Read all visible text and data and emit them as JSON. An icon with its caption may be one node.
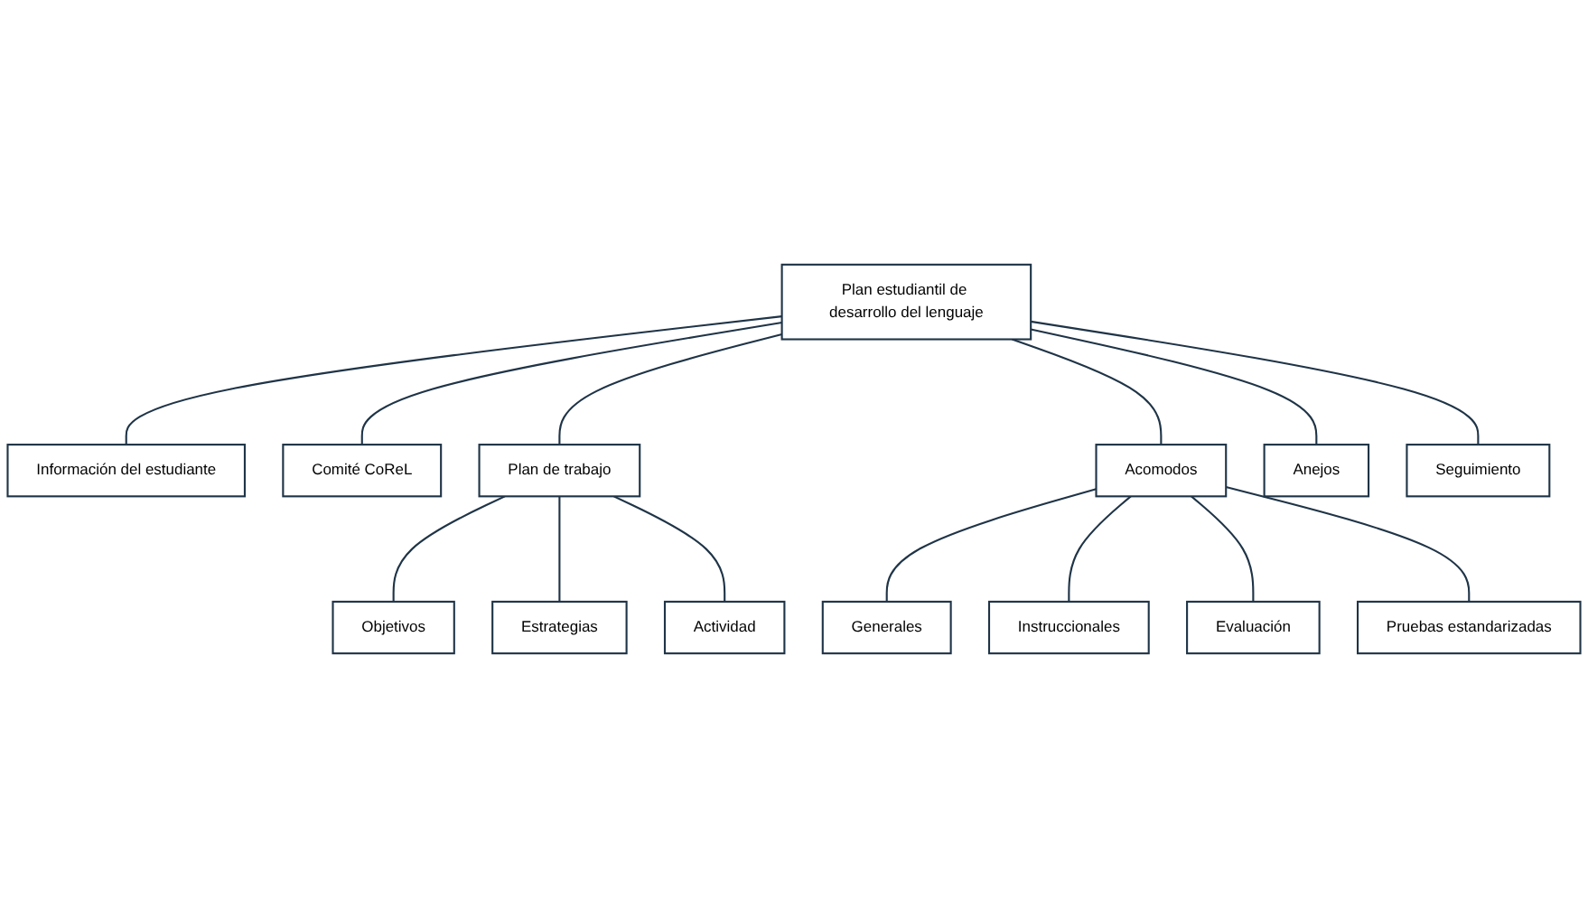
{
  "diagram": {
    "nodes": [
      {
        "text": [
          "Plan estudiantil de desarrollo del lenguaje"
        ]
      },
      {
        "text": [
          "Información del estudiante"
        ]
      },
      {
        "text": [
          "Comité CoReL"
        ]
      },
      {
        "text": [
          "Plan de trabajo"
        ]
      },
      {
        "text": [
          "Acomodos"
        ]
      },
      {
        "text": [
          "Anejos"
        ]
      },
      {
        "text": [
          "Seguimiento"
        ]
      },
      {
        "text": [
          "Objetivos"
        ]
      },
      {
        "text": [
          "Estrategias"
        ]
      },
      {
        "text": [
          "Actividad"
        ]
      },
      {
        "text": [
          "Generales"
        ]
      },
      {
        "text": [
          "Instruccionales"
        ]
      },
      {
        "text": [
          "Evaluación"
        ]
      },
      {
        "text": [
          "Pruebas estandarizadas"
        ]
      }
    ],
    "edges": [
      {
        "from": 0,
        "to": 1,
        "arrow": "none"
      },
      {
        "from": 0,
        "to": 2,
        "arrow": "none"
      },
      {
        "from": 0,
        "to": 3,
        "arrow": "none"
      },
      {
        "from": 0,
        "to": 4,
        "arrow": "none"
      },
      {
        "from": 0,
        "to": 5,
        "arrow": "none"
      },
      {
        "from": 0,
        "to": 6,
        "arrow": "none"
      },
      {
        "from": 3,
        "to": 7,
        "arrow": "none"
      },
      {
        "from": 3,
        "to": 8,
        "arrow": "none"
      },
      {
        "from": 3,
        "to": 9,
        "arrow": "none"
      },
      {
        "from": 4,
        "to": 10,
        "arrow": "none"
      },
      {
        "from": 4,
        "to": 11,
        "arrow": "none"
      },
      {
        "from": 4,
        "to": 12,
        "arrow": "none"
      },
      {
        "from": 4,
        "to": 13,
        "arrow": "none"
      }
    ]
  }
}
